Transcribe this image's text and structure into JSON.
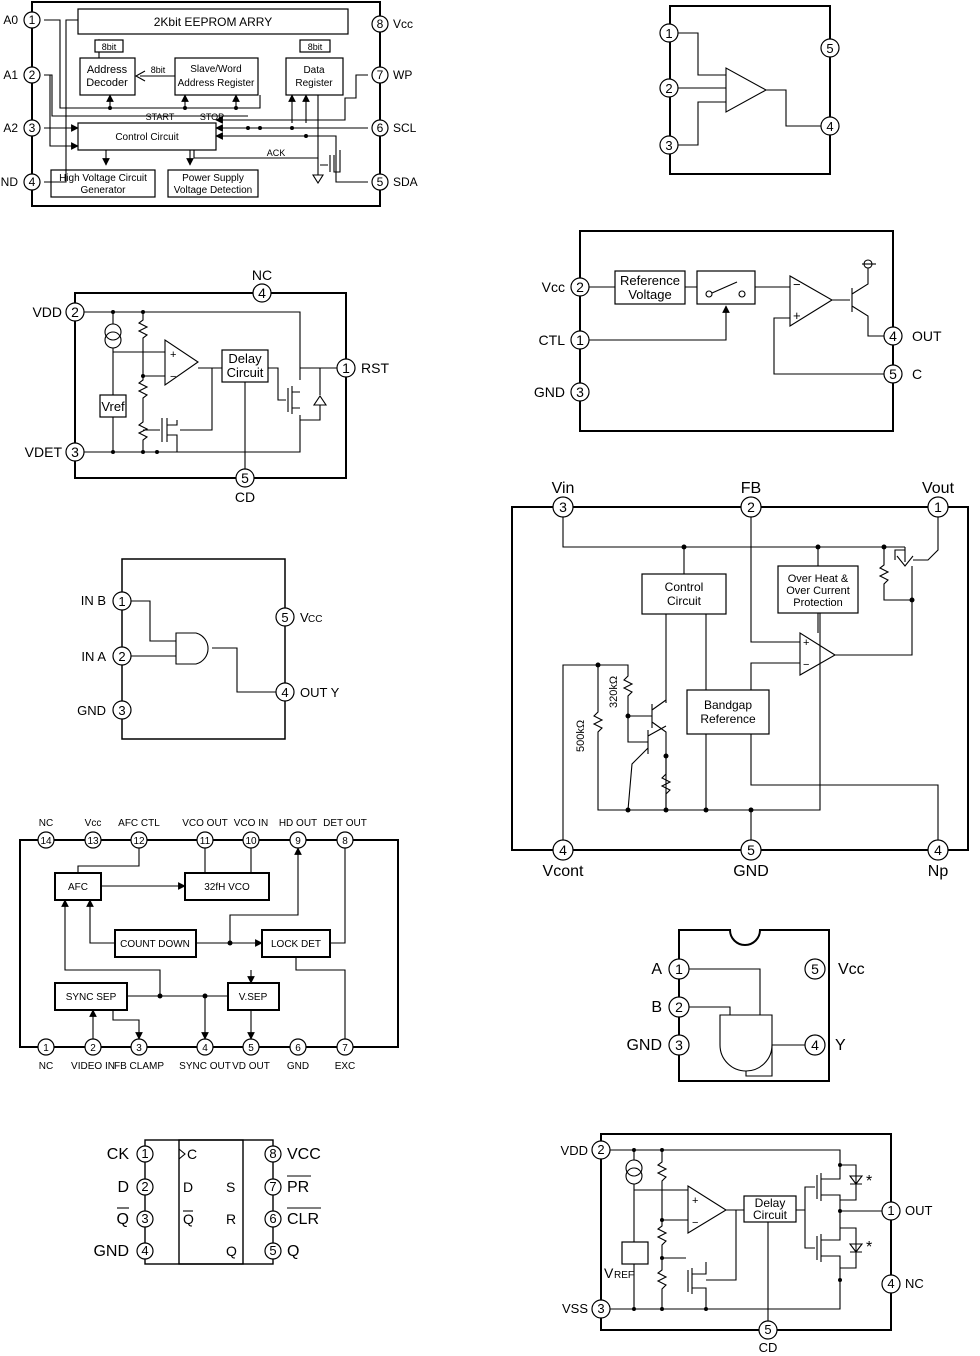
{
  "diagrams": {
    "eeprom": {
      "array": "2Kbit EEPROM ARRY",
      "address_decoder": [
        "Address",
        "Decoder"
      ],
      "slave_word": [
        "Slave/Word",
        "Address Register"
      ],
      "data_register": [
        "Data",
        "Register"
      ],
      "control": "Control Circuit",
      "hv_gen": [
        "High Voltage Circuit",
        "Generator"
      ],
      "psvd": [
        "Power Supply",
        "Voltage Detection"
      ],
      "bits_left": "8bit",
      "bits_mid": "8bit",
      "bits_right": "8bit",
      "start": "START",
      "stop": "STOP",
      "ack": "ACK",
      "pins": [
        {
          "num": "1",
          "label": "A0"
        },
        {
          "num": "2",
          "label": "A1"
        },
        {
          "num": "3",
          "label": "A2"
        },
        {
          "num": "4",
          "label": "GND"
        },
        {
          "num": "8",
          "label": "Vcc"
        },
        {
          "num": "7",
          "label": "WP"
        },
        {
          "num": "6",
          "label": "SCL"
        },
        {
          "num": "5",
          "label": "SDA"
        }
      ]
    },
    "opamp": {
      "pins": [
        "1",
        "2",
        "3",
        "5",
        "4"
      ]
    },
    "vdet_cmos": {
      "nc": "NC",
      "vdd": "VDD",
      "vdet": "VDET",
      "rst": "RST",
      "cd": "CD",
      "vref": "Vref",
      "delay": [
        "Delay",
        "Circuit"
      ],
      "pins": [
        "4",
        "2",
        "3",
        "1",
        "5"
      ]
    },
    "regulator": {
      "ref": [
        "Reference",
        "Voltage"
      ],
      "vcc": "Vcc",
      "ctl": "CTL",
      "gnd": "GND",
      "out": "OUT",
      "c": "C",
      "pins": [
        "2",
        "1",
        "3",
        "4",
        "5"
      ]
    },
    "switcher": {
      "vin": "Vin",
      "fb": "FB",
      "vout": "Vout",
      "vcont": "Vcont",
      "gnd": "GND",
      "np": "Np",
      "control": [
        "Control",
        "Circuit"
      ],
      "protect": [
        "Over Heat &",
        "Over Current",
        "Protection"
      ],
      "bandgap": [
        "Bandgap",
        "Reference"
      ],
      "r320": "320kΩ",
      "r500": "500kΩ",
      "pins": [
        "3",
        "2",
        "1",
        "4",
        "5",
        "4"
      ]
    },
    "and_gate": {
      "in_b": "IN B",
      "in_a": "IN A",
      "gnd": "GND",
      "vcc": "V",
      "vcc_sub": "CC",
      "out": "OUT Y",
      "pins": [
        "1",
        "2",
        "3",
        "5",
        "4"
      ]
    },
    "and_gate2": {
      "a": "A",
      "b": "B",
      "gnd": "GND",
      "vcc": "Vcc",
      "y": "Y",
      "pins": [
        "1",
        "2",
        "3",
        "5",
        "4"
      ]
    },
    "sync": {
      "top_labels": [
        "NC",
        "Vcc",
        "AFC CTL",
        "VCO OUT",
        "VCO IN",
        "HD OUT",
        "DET OUT"
      ],
      "top_pins": [
        "14",
        "13",
        "12",
        "11",
        "10",
        "9",
        "8"
      ],
      "bottom_labels": [
        "NC",
        "VIDEO IN",
        "FB CLAMP",
        "SYNC OUT",
        "VD OUT",
        "GND",
        "EXC"
      ],
      "bottom_pins": [
        "1",
        "2",
        "3",
        "4",
        "5",
        "6",
        "7"
      ],
      "afc": "AFC",
      "vco": "32fH VCO",
      "count": "COUNT DOWN",
      "lock": "LOCK DET",
      "syncsep": "SYNC SEP",
      "vsep": "V.SEP"
    },
    "flipflop": {
      "left": [
        "CK",
        "D",
        "Q",
        "GND"
      ],
      "right": [
        "VCC",
        "PR",
        "CLR",
        "Q"
      ],
      "inner_left": [
        "C",
        "D",
        "Q"
      ],
      "inner_right": [
        "S",
        "R",
        "Q"
      ],
      "pins_left": [
        "1",
        "2",
        "3",
        "4"
      ],
      "pins_right": [
        "8",
        "7",
        "6",
        "5"
      ]
    },
    "vdet_out": {
      "vdd": "VDD",
      "vss": "VSS",
      "out": "OUT",
      "nc": "NC",
      "cd": "CD",
      "vref": "V",
      "vref_sub": "REF",
      "delay": [
        "Delay",
        "Circuit"
      ],
      "star": "*",
      "pins": [
        "2",
        "3",
        "1",
        "4",
        "5"
      ]
    }
  }
}
